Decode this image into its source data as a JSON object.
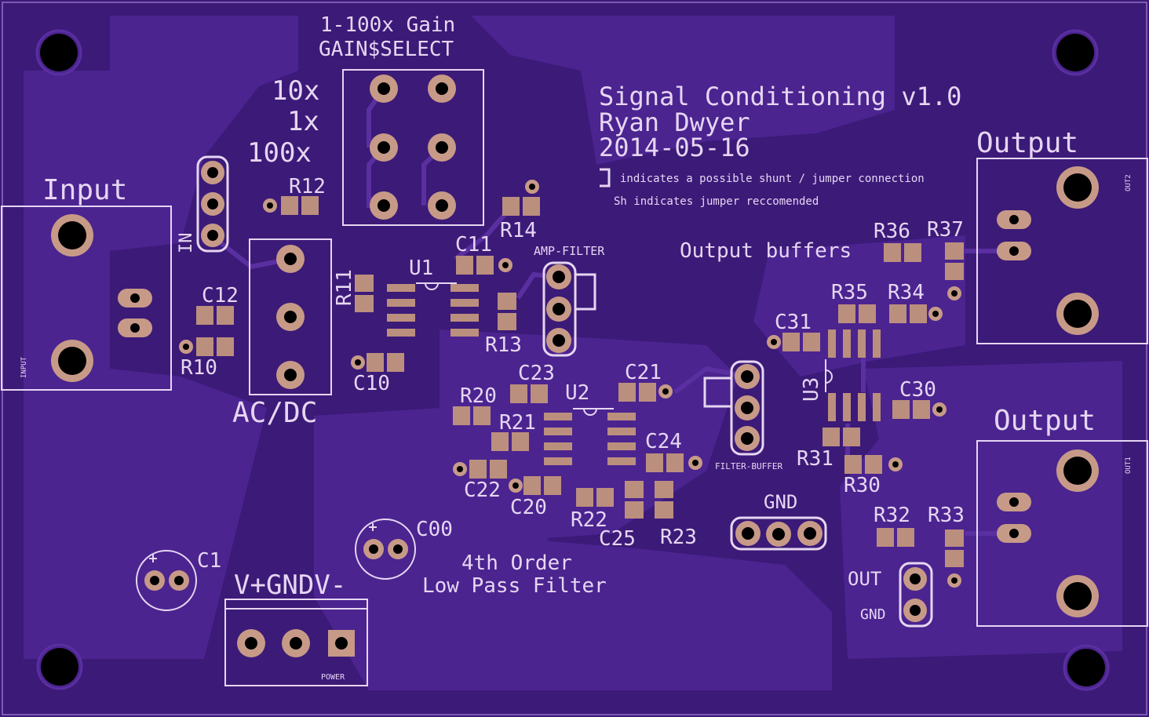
{
  "board": {
    "title": "Signal Conditioning v1.0",
    "author": "Ryan Dwyer",
    "date": "2014-05-16",
    "legend_shunt": "indicates a possible shunt / jumper connection",
    "legend_jumper": "Sh indicates jumper reccomended"
  },
  "labels": {
    "input": "Input",
    "input_small": "INPUT",
    "in": "IN",
    "gain_title": "1-100x Gain",
    "gain_select": "GAIN$SELECT",
    "gain_10x": "10x",
    "gain_1x": "1x",
    "gain_100x": "100x",
    "acdc": "AC/DC",
    "amp_filter": "AMP-FILTER",
    "filter_buffer": "FILTER-BUFFER",
    "output_buffers": "Output buffers",
    "output_top": "Output",
    "output_bottom": "Output",
    "out2": "OUT2",
    "out1": "OUT1",
    "gnd": "GND",
    "out": "OUT",
    "gnd2": "GND",
    "power_conn": "V+GNDV-",
    "power_small": "POWER",
    "filter_line1": "4th Order",
    "filter_line2": "Low Pass Filter"
  },
  "components": {
    "R12": "R12",
    "R14": "R14",
    "R11": "R11",
    "R13": "R13",
    "C11": "C11",
    "U1": "U1",
    "C12": "C12",
    "R10": "R10",
    "C10": "C10",
    "C23": "C23",
    "R20": "R20",
    "R21": "R21",
    "U2": "U2",
    "C21": "C21",
    "C24": "C24",
    "C22": "C22",
    "C20": "C20",
    "R22": "R22",
    "C25": "C25",
    "R23": "R23",
    "C00": "C00",
    "C1": "C1",
    "R36": "R36",
    "R37": "R37",
    "R35": "R35",
    "R34": "R34",
    "C31": "C31",
    "U3": "U3",
    "C30": "C30",
    "R31": "R31",
    "R30": "R30",
    "R32": "R32",
    "R33": "R33"
  },
  "colors": {
    "board": "#3c1a78",
    "copper_pour": "#4b2490",
    "silkscreen": "#e6d6f2",
    "pad": "#bb8f7e",
    "hole": "#000000"
  }
}
